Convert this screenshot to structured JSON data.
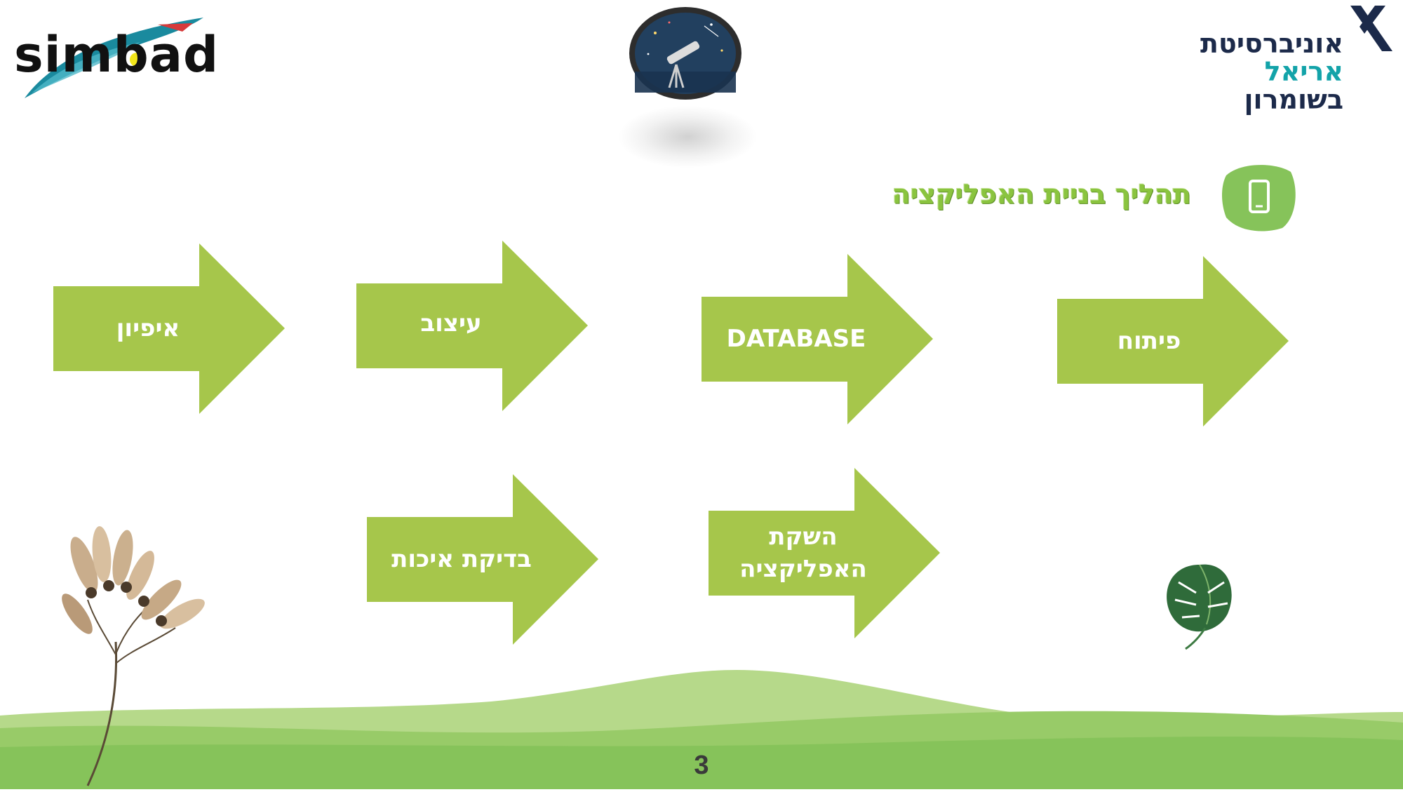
{
  "header": {
    "simbad_logo": {
      "text": "simbad",
      "icon": "simbad-logo"
    },
    "center_badge": {
      "icon": "telescope-night-sky-icon"
    },
    "university_logo": {
      "lines": [
        "אוניברסיטת",
        "אריאל",
        "בשומרון"
      ],
      "colors": [
        "#1c2a4a",
        "#13a3a9",
        "#1c2a4a"
      ],
      "icon": "ariel-university-emblem"
    }
  },
  "section": {
    "title": "תהליך בניית האפליקציה",
    "icon": "mobile-phone-icon",
    "accent_color": "#8ac43f"
  },
  "steps": [
    {
      "label": "פיתוח"
    },
    {
      "label": "DATABASE"
    },
    {
      "label": "עיצוב"
    },
    {
      "label": "איפיון"
    },
    {
      "label": "השקת האפליקציה"
    },
    {
      "label": "בדיקת איכות"
    }
  ],
  "colors": {
    "arrow_fill": "#a6c64b",
    "hill_light": "#b6d98a",
    "hill_dark": "#86c35a"
  },
  "footer": {
    "page_number": "3"
  },
  "decorations": {
    "left": "dried-seed-branch",
    "right": "monstera-leaf"
  }
}
